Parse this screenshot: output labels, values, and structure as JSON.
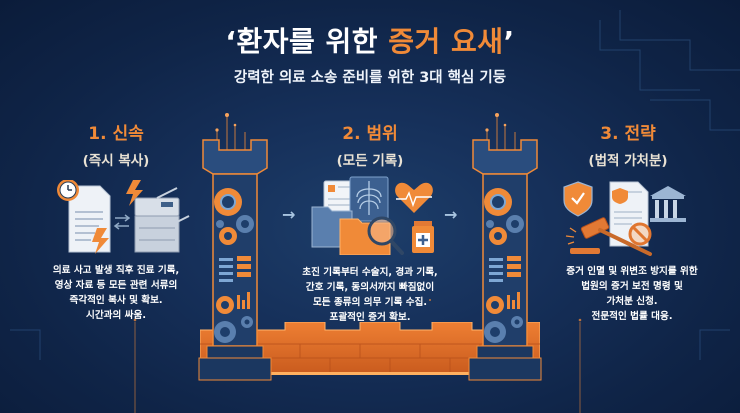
{
  "header": {
    "title_prefix": "‘환자를 위한 ",
    "title_accent": "증거 요새",
    "title_suffix": "’",
    "subtitle": "강력한 의료 소송 준비를 위한 3대 핵심 기둥"
  },
  "colors": {
    "background": "#13294f",
    "accent_orange": "#f08a38",
    "pillar_blue": "#2a4d7e",
    "subheading": "#e9e2d4",
    "text_white": "#ffffff"
  },
  "columns": [
    {
      "number_title": "1. 신속",
      "subtitle": "(즉시 복사)",
      "icons": [
        "clock-icon",
        "document-icon",
        "lightning-icon",
        "exchange-arrows-icon",
        "copier-icon"
      ],
      "lines": [
        "의료 사고 발생 직후 진료 기록,",
        "영상 자료 등 모든 관련 서류의",
        "즉각적인 복사 및 확보.",
        "시간과의 싸움."
      ]
    },
    {
      "number_title": "2. 범위",
      "subtitle": "(모든 기록)",
      "icons": [
        "medical-chart-icon",
        "x-ray-icon",
        "heart-pulse-icon",
        "folder-icon",
        "magnifier-icon",
        "medicine-bottle-icon"
      ],
      "lines": [
        "초진 기록부터 수술지, 경과 기록,",
        "간호 기록, 동의서까지 빠짐없이",
        "모든 종류의 의무 기록 수집.",
        "포괄적인 증거 확보."
      ]
    },
    {
      "number_title": "3. 전략",
      "subtitle": "(법적 가처분)",
      "icons": [
        "shield-check-icon",
        "legal-document-icon",
        "prohibited-icon",
        "courthouse-icon",
        "gavel-icon"
      ],
      "lines": [
        "증거 인멸 및 위변조 방지를 위한",
        "법원의 증거 보전 명령 및",
        "가처분 신청.",
        "전문적인 법률 대응."
      ]
    }
  ],
  "arrows": [
    "→",
    "→"
  ]
}
